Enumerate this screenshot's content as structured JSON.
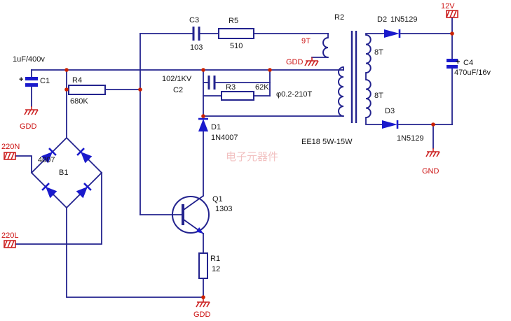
{
  "diagram": {
    "type": "circuit-schematic",
    "description": "12V flyback switching power supply schematic"
  },
  "colors": {
    "wire": "#23238e",
    "component_fill": "#1a1acc",
    "label_black": "#141414",
    "label_red": "#cc1111",
    "junction_dot": "#cc2200",
    "watermark": "#e89090",
    "background": "#ffffff"
  },
  "components": {
    "c1": {
      "name": "C1",
      "value": "1uF/400v",
      "plus": "+"
    },
    "r4": {
      "name": "R4",
      "value": "680K"
    },
    "b1": {
      "name": "B1",
      "value": "4007"
    },
    "c3": {
      "name": "C3",
      "value": "103"
    },
    "r5": {
      "name": "R5",
      "value": "510"
    },
    "c2": {
      "name": "C2",
      "value": "102/1KV"
    },
    "r3": {
      "name": "R3",
      "value": "62K"
    },
    "d1": {
      "name": "D1",
      "value": "1N4007"
    },
    "q1": {
      "name": "Q1",
      "value": "1303"
    },
    "r1": {
      "name": "R1",
      "value": "12"
    },
    "t1": {
      "name": "R2",
      "feedback": "9T",
      "primary": "φ0.2-210T",
      "sec_top": "8T",
      "sec_bottom": "8T",
      "core": "EE18 5W-15W"
    },
    "d2": {
      "name": "D2",
      "value": "1N5129"
    },
    "d3": {
      "name": "D3",
      "value": "1N5129"
    },
    "c4": {
      "name": "C4",
      "value": "470uF/16v",
      "plus": "+"
    }
  },
  "nets": {
    "gdd1": "GDD",
    "gdd2": "GDD",
    "gdd3": "GDD",
    "gnd": "GND",
    "v12": "12V",
    "ac_n": "220N",
    "ac_l": "220L"
  },
  "watermark": "电子元器件"
}
